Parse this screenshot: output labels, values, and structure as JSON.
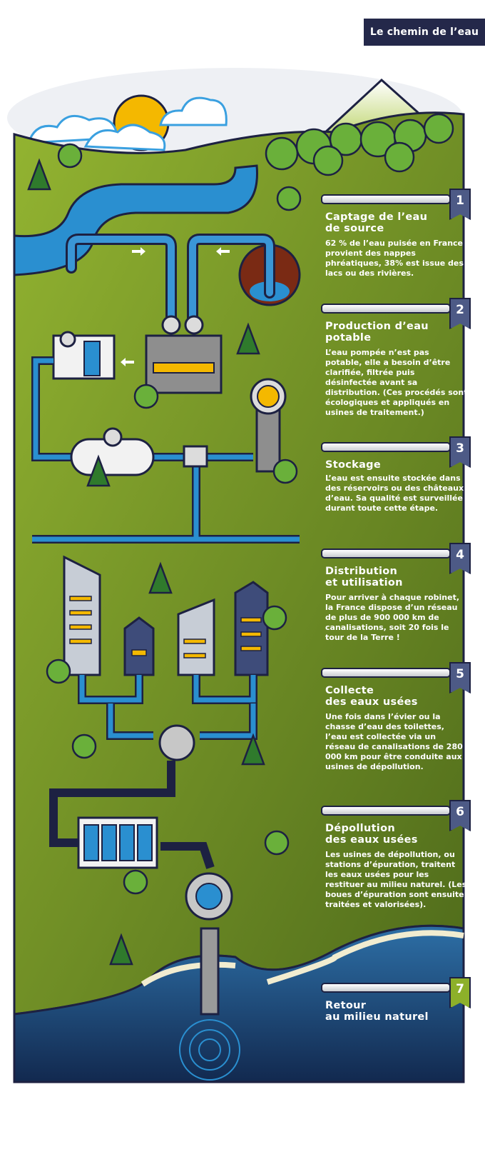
{
  "page_title": "Le chemin de l’eau",
  "steps": [
    {
      "number": "1",
      "heading_line1": "Captage de l’eau",
      "heading_line2": "de source",
      "body": "62 % de l’eau puisée en France provient des nappes phréatiques, 38% est issue des lacs ou des rivières."
    },
    {
      "number": "2",
      "heading_line1": "Production d’eau",
      "heading_line2": "potable",
      "body": "L’eau pompée n’est pas potable, elle a besoin d’être clarifiée, filtrée puis désinfectée avant sa distribution. (Ces procédés sont écologiques et appliqués en usines de traitement.)"
    },
    {
      "number": "3",
      "heading_line1": "Stockage",
      "heading_line2": "",
      "body": "L’eau est ensuite stockée dans des réservoirs ou des châteaux d’eau. Sa qualité est surveillée durant toute cette étape."
    },
    {
      "number": "4",
      "heading_line1": "Distribution",
      "heading_line2": "et utilisation",
      "body": "Pour arriver à chaque robinet, la France dispose d’un réseau de plus de 900 000 km de canalisations, soit 20 fois le tour de la Terre !"
    },
    {
      "number": "5",
      "heading_line1": "Collecte",
      "heading_line2": "des eaux usées",
      "body": "Une fois dans l’évier ou la chasse d’eau des toilettes, l’eau est collectée via un réseau de canalisations de 280 000 km pour être conduite aux usines de dépollution."
    },
    {
      "number": "6",
      "heading_line1": "Dépollution",
      "heading_line2": "des eaux usées",
      "body": "Les usines de dépollution, ou stations d’épuration, traitent les eaux usées pour les restituer au milieu naturel. (Les boues d’épuration sont ensuite traitées et valorisées)."
    },
    {
      "number": "7",
      "heading_line1": "Retour",
      "heading_line2": "au milieu naturel",
      "body": ""
    }
  ],
  "colors": {
    "grass": "#7a9a2a",
    "water": "#2a8fd0",
    "outline": "#1d2142",
    "badge": "#4d5a86",
    "badge_last": "#8db02a",
    "sun": "#f4b800"
  }
}
